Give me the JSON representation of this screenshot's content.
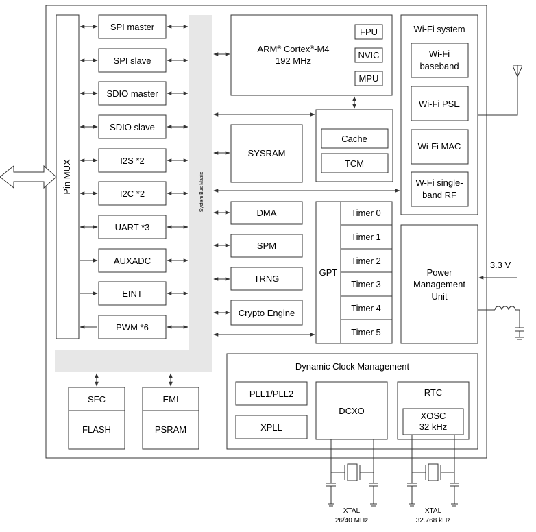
{
  "peripherals": {
    "pin_mux": "Pin MUX",
    "bus_matrix": "System Bus Matrix",
    "spi_master": "SPI master",
    "spi_slave": "SPI slave",
    "sdio_master": "SDIO master",
    "sdio_slave": "SDIO slave",
    "i2s": "I2S *2",
    "i2c": "I2C *2",
    "uart": "UART *3",
    "auxadc": "AUXADC",
    "eint": "EINT",
    "pwm": "PWM *6"
  },
  "cpu": {
    "line1_prefix": "ARM",
    "reg": "®",
    "line1_mid": " Cortex",
    "line1_suffix": "-M4",
    "freq": "192 MHz",
    "fpu": "FPU",
    "nvic": "NVIC",
    "mpu": "MPU"
  },
  "memory": {
    "sysram": "SYSRAM",
    "cache": "Cache",
    "tcm": "TCM"
  },
  "wifi": {
    "title": "Wi-Fi system",
    "baseband_1": "Wi-Fi",
    "baseband_2": "baseband",
    "pse": "Wi-Fi PSE",
    "mac": "Wi-Fi MAC",
    "rf_1": "W-Fi single-",
    "rf_2": "band RF"
  },
  "blocks": {
    "dma": "DMA",
    "spm": "SPM",
    "trng": "TRNG",
    "crypto": "Crypto Engine",
    "gpt": "GPT",
    "timers": [
      "Timer 0",
      "Timer 1",
      "Timer 2",
      "Timer 3",
      "Timer 4",
      "Timer 5"
    ]
  },
  "power": {
    "line1": "Power",
    "line2": "Management",
    "line3": "Unit",
    "voltage": "3.3 V"
  },
  "external": {
    "sfc": "SFC",
    "flash": "FLASH",
    "emi": "EMI",
    "psram": "PSRAM"
  },
  "clock": {
    "title": "Dynamic Clock Management",
    "pll": "PLL1/PLL2",
    "xpll": "XPLL",
    "dcxo": "DCXO",
    "rtc": "RTC",
    "xosc_1": "XOSC",
    "xosc_2": "32 kHz",
    "xtal1_label": "XTAL",
    "xtal1_freq": "26/40 MHz",
    "xtal2_label": "XTAL",
    "xtal2_freq": "32.768 kHz"
  },
  "colors": {
    "bus_matrix_fill": "#e7e7e7",
    "line": "#333333"
  }
}
